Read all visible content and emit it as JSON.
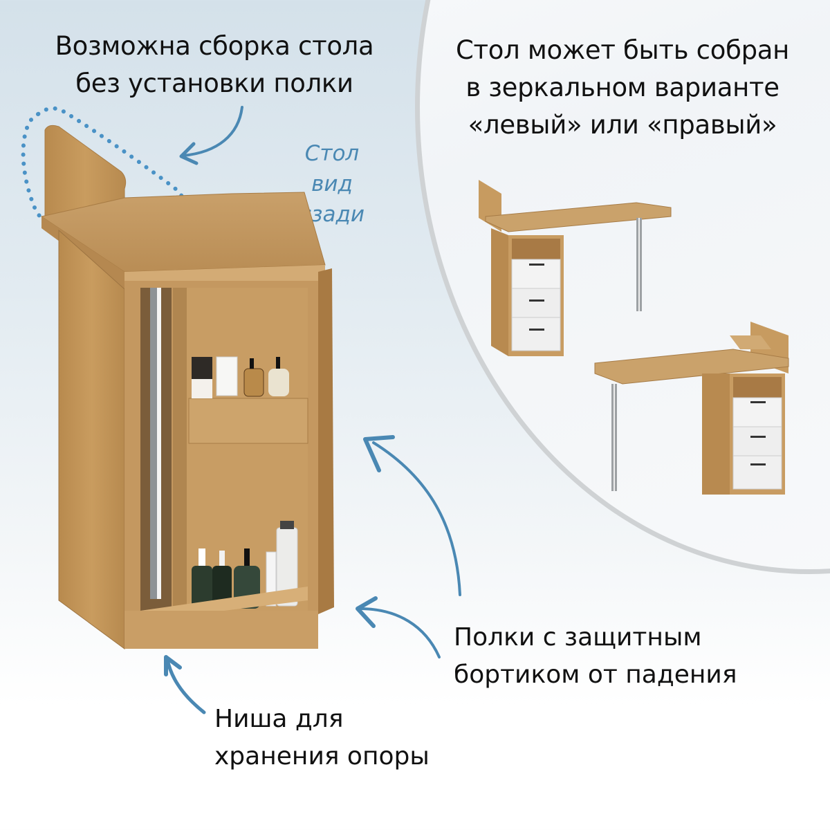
{
  "headings": {
    "top_left": [
      "Возможна сборка стола",
      "без установки полки"
    ],
    "top_right": [
      "Стол может быть собран",
      "в зеркальном варианте",
      "«левый» или «правый»"
    ],
    "rear_view_label": [
      "Стол",
      "вид сзади"
    ],
    "shelves_note": [
      "Полки с защитным",
      "бортиком от падения"
    ],
    "niche_note": [
      "Ниша для",
      "хранения опоры"
    ]
  },
  "product": {
    "main_image": "desk-rear-view-with-shelves",
    "variants": [
      "desk-left-variant",
      "desk-right-variant"
    ],
    "shelf_items_top": [
      "meraki foam bottle",
      "meraki tube",
      "amber pump bottle",
      "cream pump bottle"
    ],
    "shelf_items_bottom": [
      "spray bottle",
      "dark pump bottle",
      "green pump bottle",
      "white stick",
      "MONT BLANC LEGEND spray"
    ]
  },
  "colors": {
    "accent_blue": "#4a88b3",
    "wood": "#c79a5c",
    "drawer_white": "#eeeeee",
    "text": "#111111",
    "divider_gray": "#cfd2d4"
  }
}
